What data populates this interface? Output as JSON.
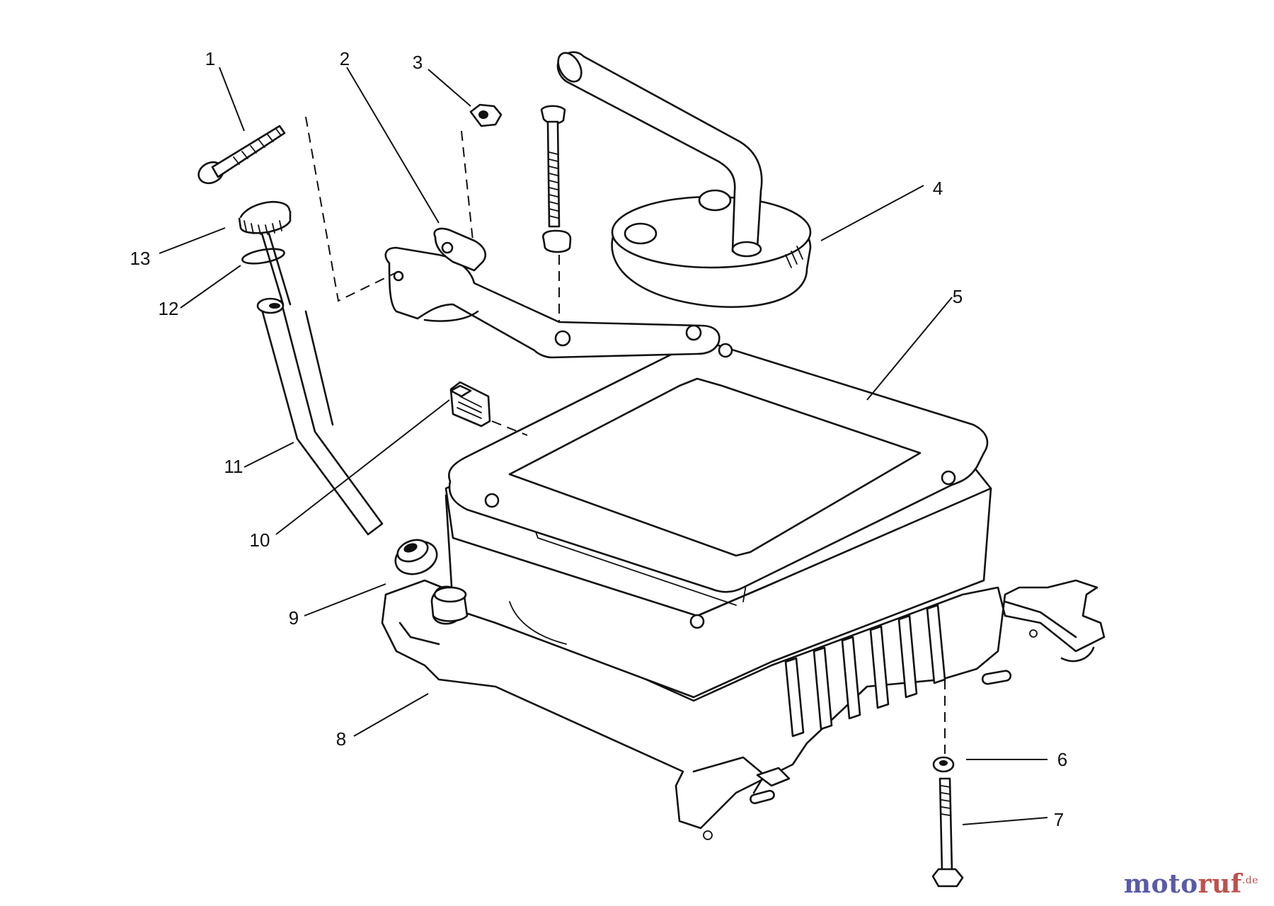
{
  "callouts": [
    "1",
    "2",
    "3",
    "4",
    "5",
    "6",
    "7",
    "8",
    "9",
    "10",
    "11",
    "12",
    "13"
  ],
  "watermark": {
    "text_a": "moto",
    "text_b": "ruf",
    "suffix": ".de"
  }
}
